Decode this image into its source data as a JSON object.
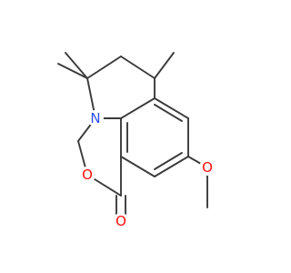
{
  "molecule": {
    "atoms": {
      "nitrogen": "N",
      "ring_oxygen": "O",
      "carbonyl_oxygen": "O",
      "methoxy_oxygen": "O"
    },
    "colors": {
      "bond": "#3a3a3a",
      "nitrogen": "#3050f8",
      "oxygen": "#ff0d0d"
    }
  }
}
